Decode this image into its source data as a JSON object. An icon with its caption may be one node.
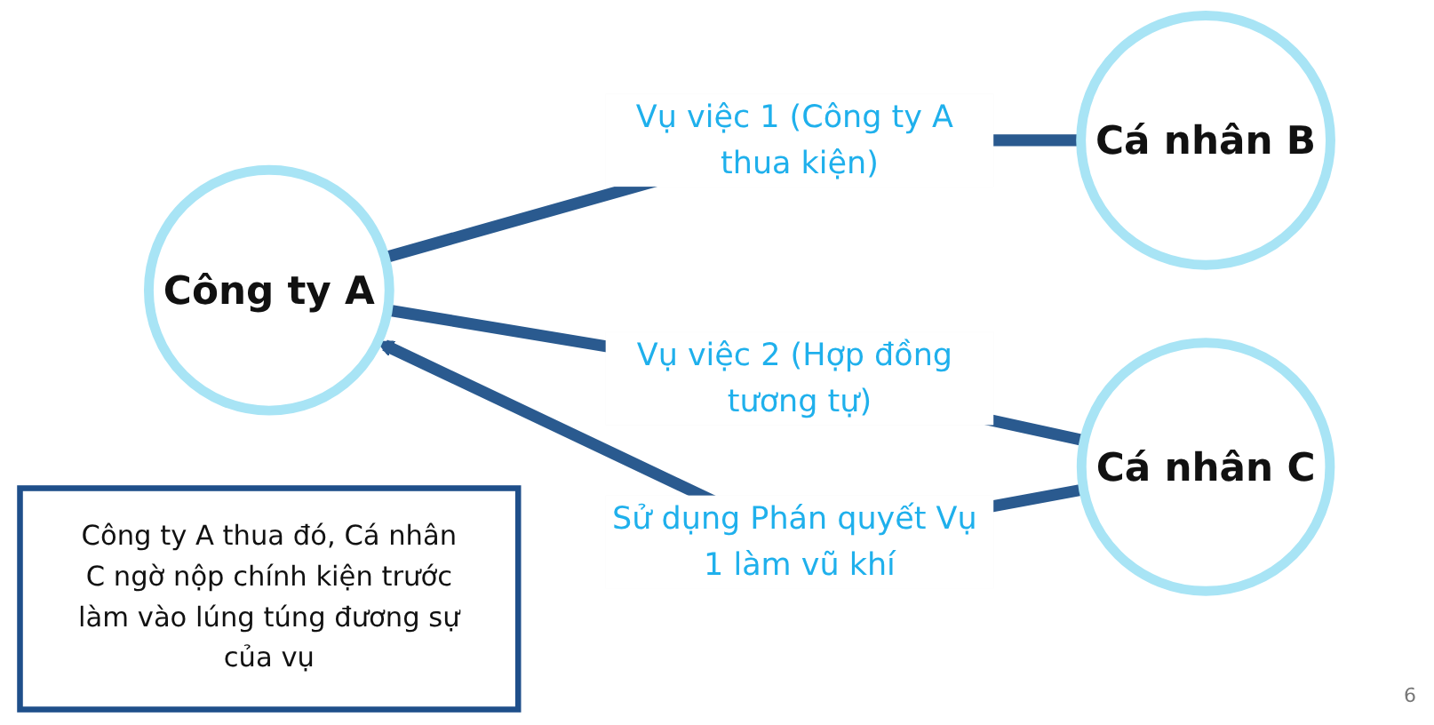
{
  "diagram": {
    "nodes": [
      {
        "text": [
          "Công ty A"
        ]
      },
      {
        "text": [
          "Cá nhân B"
        ]
      },
      {
        "text": [
          "Cá nhân C"
        ]
      },
      {
        "text": [
          "Công ty A thua đó, Cá nhân C ngờ nộp chính kiện trước làm vào lúng túng đương sự của vụ"
        ]
      }
    ],
    "edges": [
      {
        "from": 0,
        "to": 1,
        "arrow": "none",
        "label": "Vụ việc 1 (Công ty A thua kiện)"
      },
      {
        "from": 0,
        "to": 2,
        "arrow": "none",
        "label": "Vụ việc 2 (Hợp đồng tương tự)"
      },
      {
        "from": 2,
        "to": 0,
        "arrow": "to",
        "label": "Sử dụng Phán quyết Vụ 1 làm vũ khí"
      }
    ],
    "labels": [
      "6"
    ]
  }
}
